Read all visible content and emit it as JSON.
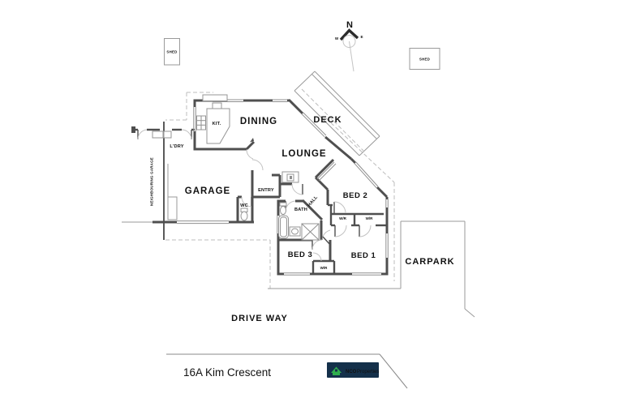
{
  "title_block": {
    "address": "16A Kim Crescent",
    "logo": {
      "brand": "NCO",
      "brand_suffix": "Properties"
    }
  },
  "compass": {
    "north": "N",
    "west": "W",
    "east": "E"
  },
  "site": {
    "shed_left": "SHED",
    "shed_right": "SHED",
    "neighbouring_garage": "NEIGHBOURING GARAGE",
    "deck": "DECK",
    "carpark": "CARPARK",
    "driveway": "DRIVE WAY"
  },
  "rooms": {
    "dining": "DINING",
    "kitchen": "KIT.",
    "lounge": "LOUNGE",
    "garage": "GARAGE",
    "laundry": "L'DRY",
    "entry": "ENTRY",
    "wc": "WC",
    "bath": "BATH",
    "hall": "HALL",
    "bed1": "BED 1",
    "bed2": "BED 2",
    "bed3": "BED 3",
    "wr_bed2_left": "W/R",
    "wr_bed2_right": "W/R",
    "wr_bottom": "W/R"
  },
  "colors": {
    "wall": "#4f4f4f",
    "thin_line": "#9a9a9a",
    "dashed_boundary": "#bcbcbc",
    "label": "#111111",
    "logo_background": "#14304a",
    "logo_green": "#2fae4c",
    "logo_blue": "#7fb3d8"
  }
}
